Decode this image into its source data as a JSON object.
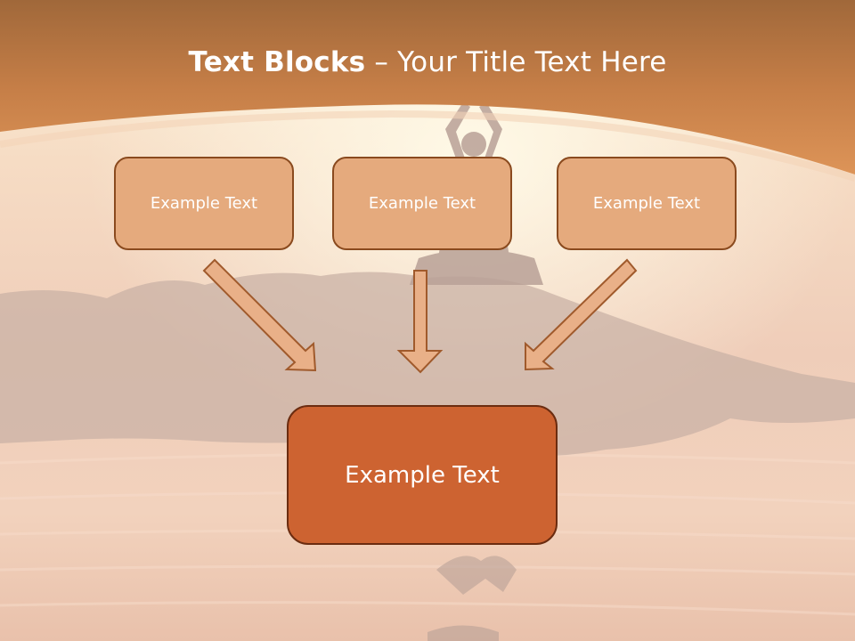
{
  "title": {
    "strong": "Text Blocks",
    "rest": " – Your Title Text Here"
  },
  "boxes": {
    "left": "Example Text",
    "middle": "Example Text",
    "right": "Example Text",
    "bottom": "Example Text"
  },
  "colors": {
    "header_band": "#d48d54",
    "small_box_fill": "#e5aa7d",
    "small_box_border": "#8a4a1e",
    "big_box_fill": "#cd6331",
    "big_box_border": "#6b2c10",
    "arrow_fill": "#e9b088",
    "arrow_stroke": "#a05a2c"
  }
}
